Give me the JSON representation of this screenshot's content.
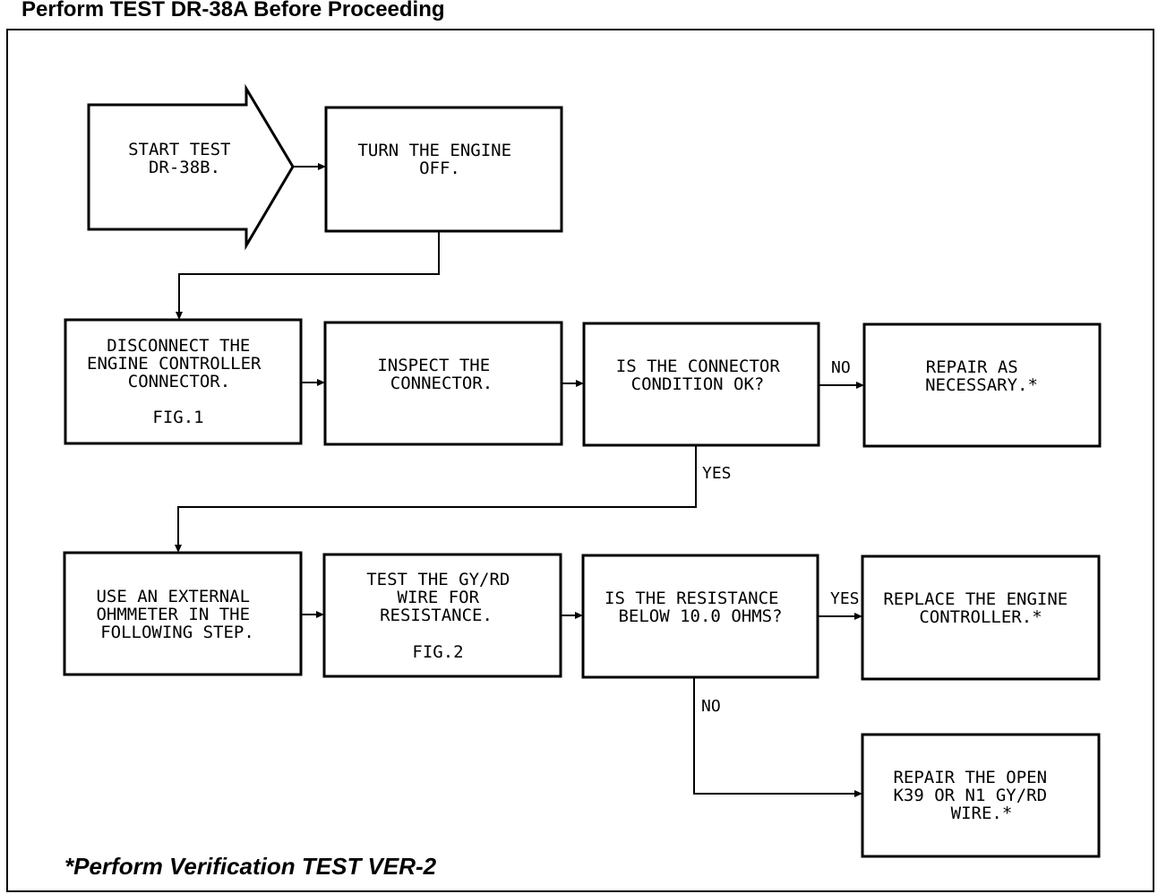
{
  "header": {
    "title": "Perform TEST DR-38A Before Proceeding"
  },
  "footer": {
    "note": "*Perform Verification TEST VER-2"
  },
  "nodes": {
    "start": [
      "START TEST",
      "DR-38B."
    ],
    "engine_off": [
      "TURN THE ENGINE",
      "OFF."
    ],
    "disconnect": [
      "DISCONNECT THE",
      "ENGINE CONTROLLER",
      "CONNECTOR."
    ],
    "disconnect_fig": "FIG.1",
    "inspect": [
      "INSPECT THE",
      "CONNECTOR."
    ],
    "connector_ok": [
      "IS THE CONNECTOR",
      "CONDITION OK?"
    ],
    "repair_necessary": [
      "REPAIR AS",
      "NECESSARY.*"
    ],
    "ohmmeter": [
      "USE AN EXTERNAL",
      "OHMMETER IN THE",
      "FOLLOWING STEP."
    ],
    "test_wire": [
      "TEST THE GY/RD",
      "WIRE FOR",
      "RESISTANCE."
    ],
    "test_wire_fig": "FIG.2",
    "resistance_q": [
      "IS THE RESISTANCE",
      "BELOW 10.0 OHMS?"
    ],
    "replace_controller": [
      "REPLACE THE ENGINE",
      "CONTROLLER.*"
    ],
    "repair_open": [
      "REPAIR THE OPEN",
      "K39 OR N1 GY/RD",
      "WIRE.*"
    ]
  },
  "edge_labels": {
    "connector_no": "NO",
    "connector_yes": "YES",
    "resistance_yes": "YES",
    "resistance_no": "NO"
  }
}
